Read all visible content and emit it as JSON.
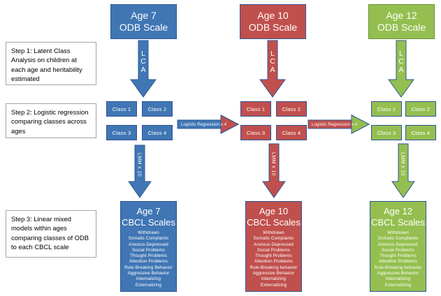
{
  "steps": [
    {
      "id": "step-1",
      "text": "Step 1: Latent Class Analysis on children at each age and heritability estimated"
    },
    {
      "id": "step-2",
      "text": "Step 2: Logistic  regression  comparing classes across ages"
    },
    {
      "id": "step-3",
      "text": "Step 3: Linear mixed models within ages comparing classes  of ODB to each CBCL scale"
    }
  ],
  "columns": [
    {
      "key": "age7",
      "color": "#4076b4",
      "odb": {
        "line1": "Age 7",
        "line2": "ODB Scale"
      },
      "lca": {
        "l1": "L",
        "l2": "C",
        "l3": "A"
      },
      "classes": [
        "Class 1",
        "Class 2",
        "Class 3",
        "Class 4"
      ],
      "lmm": {
        "label": "LMM x 10"
      },
      "cbcl": {
        "line1": "Age 7",
        "line2": "CBCL Scales",
        "scales": [
          "Withdrawn",
          "Somatic Complaints",
          "Anxious-Depressed",
          "Social Problems",
          "Thought Problems",
          "Attention Problems",
          "Rule-Breaking Behavior",
          "Aggressive Behavior",
          "Internalizing",
          "Externalizing"
        ]
      }
    },
    {
      "key": "age10",
      "color": "#c0504d",
      "odb": {
        "line1": "Age 10",
        "line2": "ODB Scale"
      },
      "lca": {
        "l1": "L",
        "l2": "C",
        "l3": "A"
      },
      "classes": [
        "Class 1",
        "Class 2",
        "Class 3",
        "Class 4"
      ],
      "lmm": {
        "label": "LMM x 10"
      },
      "cbcl": {
        "line1": "Age 10",
        "line2": "CBCL Scales",
        "scales": [
          "Withdrawn",
          "Somatic Complaints",
          "Anxious-Depressed",
          "Social Problems",
          "Thought Problems",
          "Attention Problems",
          "Rule-Breaking behavior",
          "Aggressive Behavior",
          "Internalizing",
          "Externalizing"
        ]
      }
    },
    {
      "key": "age12",
      "color": "#94bf50",
      "odb": {
        "line1": "Age 12",
        "line2": "ODB Scale"
      },
      "lca": {
        "l1": "L",
        "l2": "C",
        "l3": "A"
      },
      "classes": [
        "Class 1",
        "Class 2",
        "Class 3",
        "Class 4"
      ],
      "lmm": {
        "label": "LMM x 10"
      },
      "cbcl": {
        "line1": "Age 12",
        "line2": "CBCL Scales",
        "scales": [
          "Withdrawn",
          "Somatic Complaints",
          "Anxious-Depressed",
          "Social Problems",
          "Thought Problems",
          "Attention Problems",
          "Rule-Breaking behavior",
          "Aggressive Behavior",
          "Internalizing",
          "Externalizing"
        ]
      }
    }
  ],
  "connectors": [
    {
      "id": "lr-1",
      "label": "Logistic Regression x 4",
      "body_color": "#4076b4",
      "head_color": "#c0504d"
    },
    {
      "id": "lr-2",
      "label": "Logistic Regression x 4",
      "body_color": "#c0504d",
      "head_color": "#94bf50"
    }
  ],
  "palette": {
    "blue": "#4076b4",
    "red": "#c0504d",
    "green": "#94bf50",
    "outline": "#2f5597",
    "background": "#ffffff",
    "caption_border": "#a6a6a6"
  }
}
